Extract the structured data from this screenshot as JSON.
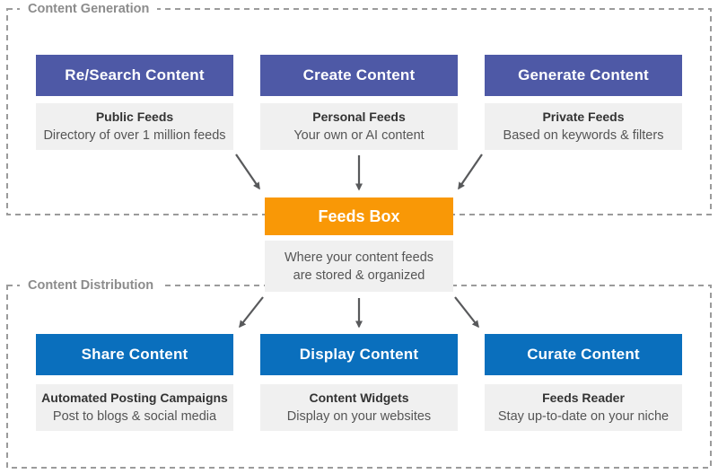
{
  "sections": {
    "generation": {
      "label": "Content Generation",
      "cards": [
        {
          "title": "Re/Search Content",
          "subtitle": "Public Feeds",
          "description": "Directory of over 1 million feeds"
        },
        {
          "title": "Create Content",
          "subtitle": "Personal Feeds",
          "description": "Your own or AI content"
        },
        {
          "title": "Generate Content",
          "subtitle": "Private Feeds",
          "description": "Based on keywords & filters"
        }
      ]
    },
    "hub": {
      "title": "Feeds Box",
      "description_line1": "Where your content feeds",
      "description_line2": "are stored & organized"
    },
    "distribution": {
      "label": "Content Distribution",
      "cards": [
        {
          "title": "Share Content",
          "subtitle": "Automated Posting Campaigns",
          "description": "Post to blogs & social media"
        },
        {
          "title": "Display Content",
          "subtitle": "Content Widgets",
          "description": "Display on your websites"
        },
        {
          "title": "Curate Content",
          "subtitle": "Feeds Reader",
          "description": "Stay up-to-date on your niche"
        }
      ]
    }
  },
  "colors": {
    "purple": "#4E59A6",
    "blue": "#0A6FBD",
    "orange": "#F99806",
    "card-bg": "#F0F0F0",
    "dash": "#9B9B9B",
    "arrow": "#58595B",
    "label": "#8C8C8C",
    "title-dark": "#333333",
    "text-gray": "#555555"
  }
}
